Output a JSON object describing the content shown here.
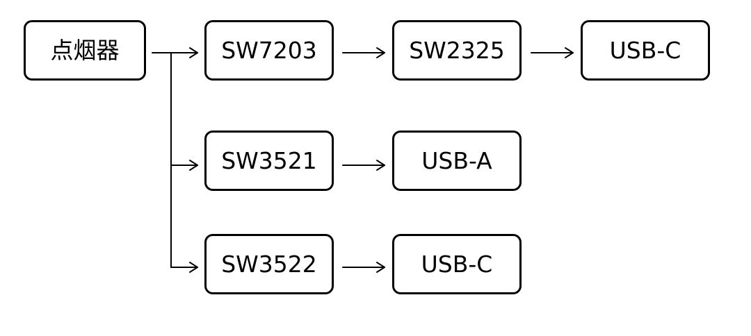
{
  "diagram": {
    "nodes": {
      "source": "点烟器",
      "sw7203": "SW7203",
      "sw2325": "SW2325",
      "usb_c_top": "USB-C",
      "sw3521": "SW3521",
      "usb_a": "USB-A",
      "sw3522": "SW3522",
      "usb_c_bottom": "USB-C"
    },
    "edges": [
      {
        "from": "source",
        "to": "sw7203"
      },
      {
        "from": "sw7203",
        "to": "sw2325"
      },
      {
        "from": "sw2325",
        "to": "usb_c_top"
      },
      {
        "from": "source",
        "to": "sw3521"
      },
      {
        "from": "sw3521",
        "to": "usb_a"
      },
      {
        "from": "source",
        "to": "sw3522"
      },
      {
        "from": "sw3522",
        "to": "usb_c_bottom"
      }
    ],
    "colors": {
      "stroke": "#000000",
      "background": "#ffffff"
    }
  }
}
